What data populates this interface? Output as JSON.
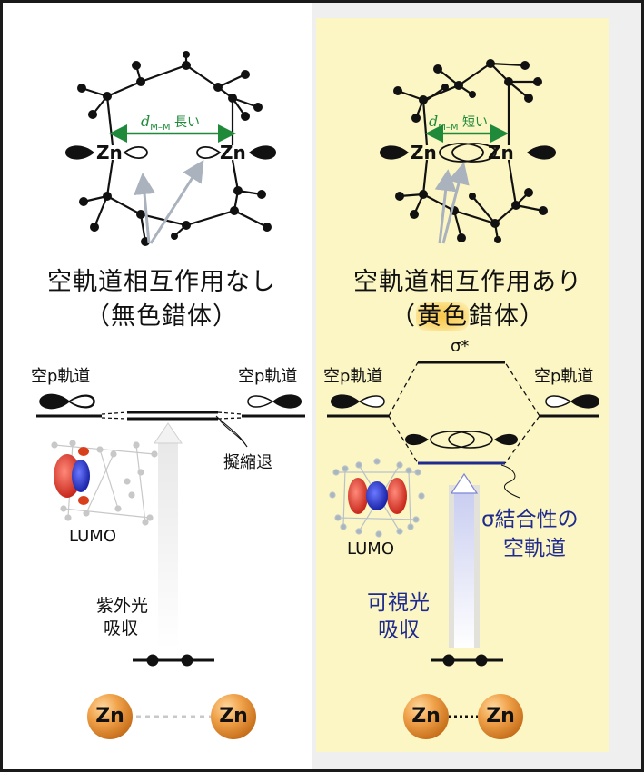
{
  "left": {
    "d_label_main": "d",
    "d_label_sub": "M–M",
    "d_label_suffix": " 長い",
    "zn_atom": "Zn",
    "caption_line1": "空軌道相互作用なし",
    "caption_line2_open": "（",
    "caption_line2_text": "無色錯体",
    "caption_line2_close": "）",
    "orbital_label_left": "空p軌道",
    "orbital_label_right": "空p軌道",
    "degenerate_label": "擬縮退",
    "lumo_label": "LUMO",
    "absorption_line1": "紫外光",
    "absorption_line2": "吸収",
    "ball_left": "Zn",
    "ball_right": "Zn"
  },
  "right": {
    "d_label_main": "d",
    "d_label_sub": "M–M",
    "d_label_suffix": " 短い",
    "zn_atom": "Zn",
    "caption_line1": "空軌道相互作用あり",
    "caption_line2_open": "（",
    "caption_line2_highlight": "黄色",
    "caption_line2_rest": "錯体",
    "caption_line2_close": "）",
    "sigma_star": "σ*",
    "orbital_label_left": "空p軌道",
    "orbital_label_right": "空p軌道",
    "sigma_line1": "σ結合性の",
    "sigma_line2": "空軌道",
    "lumo_label": "LUMO",
    "absorption_line1": "可視光",
    "absorption_line2": "吸収",
    "ball_left": "Zn",
    "ball_right": "Zn"
  },
  "colors": {
    "highlight_bg": "#fcf6c4",
    "distance_arrow": "#1e8a3a",
    "blue_text": "#1f2b8f",
    "pointer_arrow": "#a9b2bd",
    "zn_ball": "#e08a2a"
  }
}
